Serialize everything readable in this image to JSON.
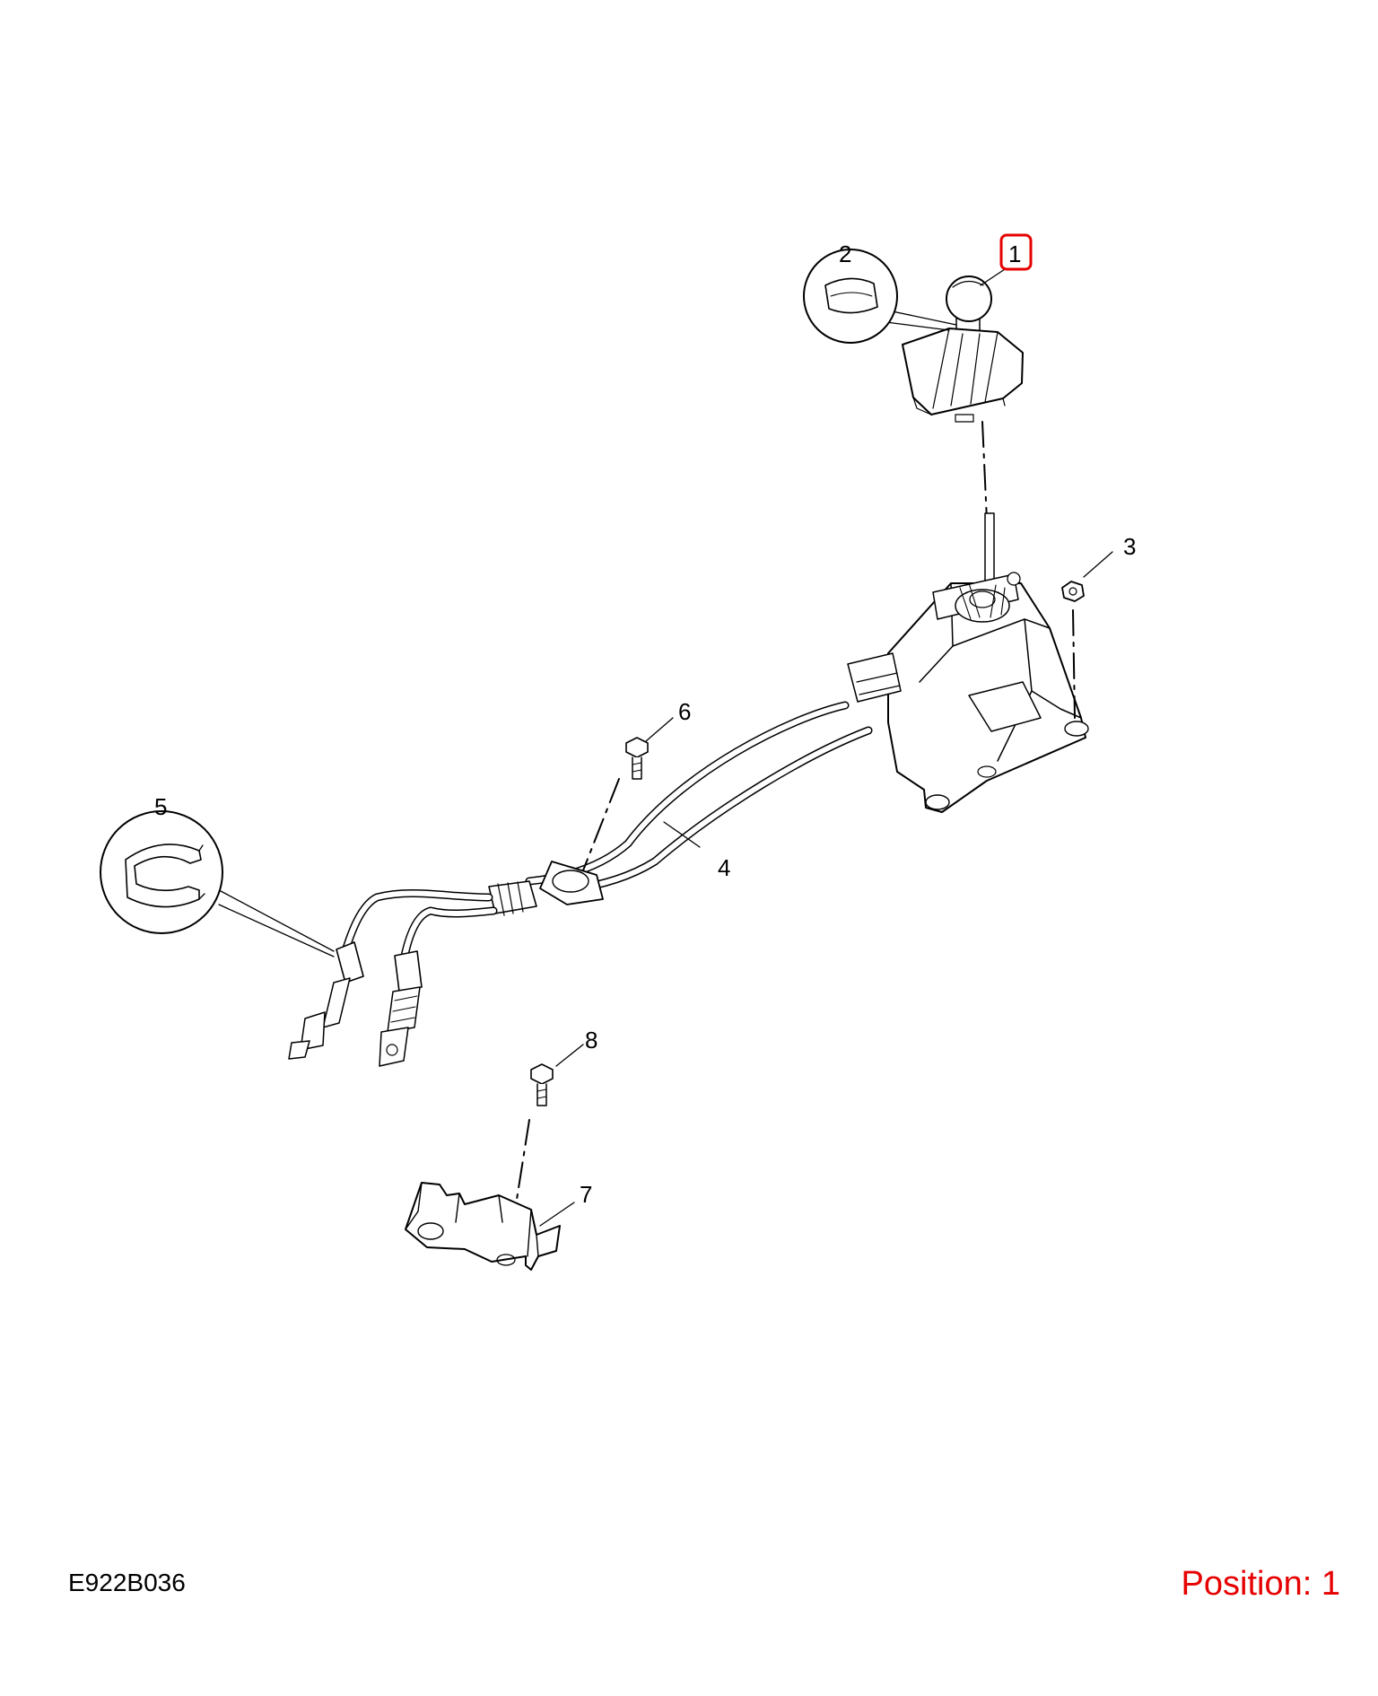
{
  "drawing": {
    "code": "E922B036",
    "position_text": "Position: 1",
    "highlight_color": "#e60000",
    "line_color": "#000000"
  },
  "callouts": [
    {
      "number": "1",
      "part": "shift-knob-and-boot",
      "highlighted": true
    },
    {
      "number": "2",
      "part": "boot-retaining-clip-detail"
    },
    {
      "number": "3",
      "part": "nut"
    },
    {
      "number": "4",
      "part": "shift-cable-assembly"
    },
    {
      "number": "5",
      "part": "cable-retaining-clip-detail"
    },
    {
      "number": "6",
      "part": "bolt"
    },
    {
      "number": "7",
      "part": "bracket"
    },
    {
      "number": "8",
      "part": "bolt"
    }
  ]
}
